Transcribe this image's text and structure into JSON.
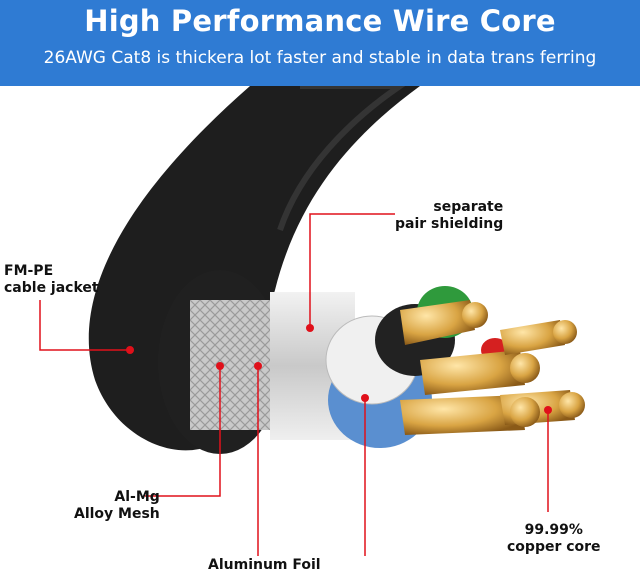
{
  "banner": {
    "title": "High Performance Wire Core",
    "subtitle": "26AWG Cat8 is thickera lot faster and stable in data trans ferring",
    "background_color": "#2f7bd3"
  },
  "callouts": {
    "jacket": {
      "line1": "FM-PE",
      "line2": "cable jacket"
    },
    "shielding": {
      "line1": "separate",
      "line2": "pair shielding"
    },
    "mesh": {
      "line1": "Al-Mg",
      "line2": "Alloy Mesh"
    },
    "foil": {
      "line1": "Aluminum Foil"
    },
    "copper": {
      "line1": "99.99%",
      "line2": "copper core"
    }
  },
  "colors": {
    "leader_line": "#e0101a",
    "cable_jacket": "#1a1a1a",
    "copper": "#c8902f"
  }
}
